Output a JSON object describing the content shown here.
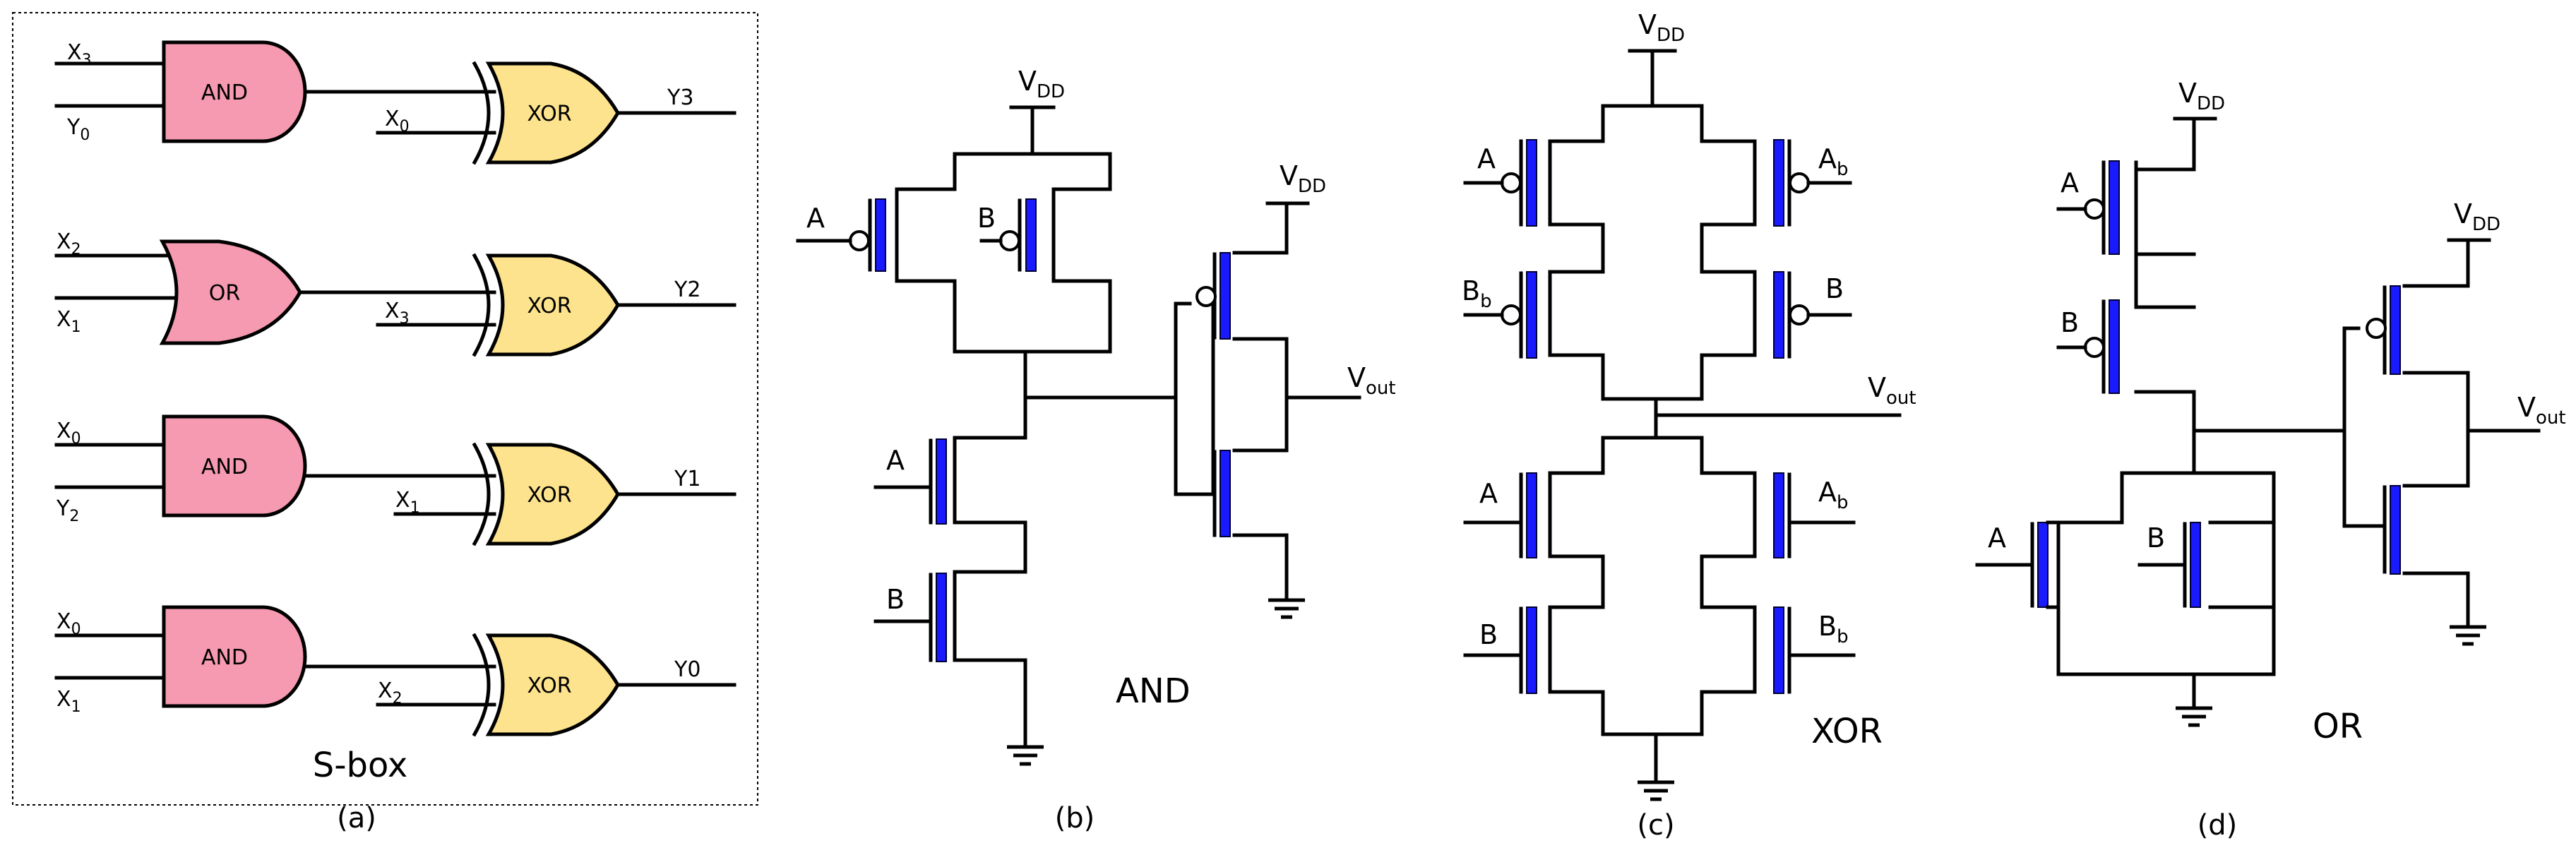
{
  "sbox": {
    "title": "S-box",
    "caption": "(a)",
    "rows": [
      {
        "gate": "AND",
        "in1": "X",
        "in1_sub": "3",
        "in2": "Y",
        "in2_sub": "0",
        "xin": "X",
        "xin_sub": "0",
        "out": "Y3"
      },
      {
        "gate": "OR",
        "in1": "X",
        "in1_sub": "2",
        "in2": "X",
        "in2_sub": "1",
        "xin": "X",
        "xin_sub": "3",
        "out": "Y2"
      },
      {
        "gate": "AND",
        "in1": "X",
        "in1_sub": "0",
        "in2": "Y",
        "in2_sub": "2",
        "xin": "X",
        "xin_sub": "1",
        "out": "Y1"
      },
      {
        "gate": "AND",
        "in1": "X",
        "in1_sub": "0",
        "in2": "X",
        "in2_sub": "1",
        "xin": "X",
        "xin_sub": "2",
        "out": "Y0"
      }
    ],
    "xor_label": "XOR"
  },
  "and_circuit": {
    "title": "AND",
    "caption": "(b)",
    "in_a": "A",
    "in_b": "B"
  },
  "xor_circuit": {
    "title": "XOR",
    "caption": "(c)",
    "in_a": "A",
    "in_b": "B",
    "sub_b": "b"
  },
  "or_circuit": {
    "title": "OR",
    "caption": "(d)",
    "in_a": "A",
    "in_b": "B"
  },
  "supply": {
    "v": "V",
    "vdd_sub": "DD",
    "vout_sub": "out"
  },
  "colors": {
    "and_gate": "#f59ab0",
    "xor_gate": "#fde38d",
    "transistor_channel": "#1a1aff"
  }
}
